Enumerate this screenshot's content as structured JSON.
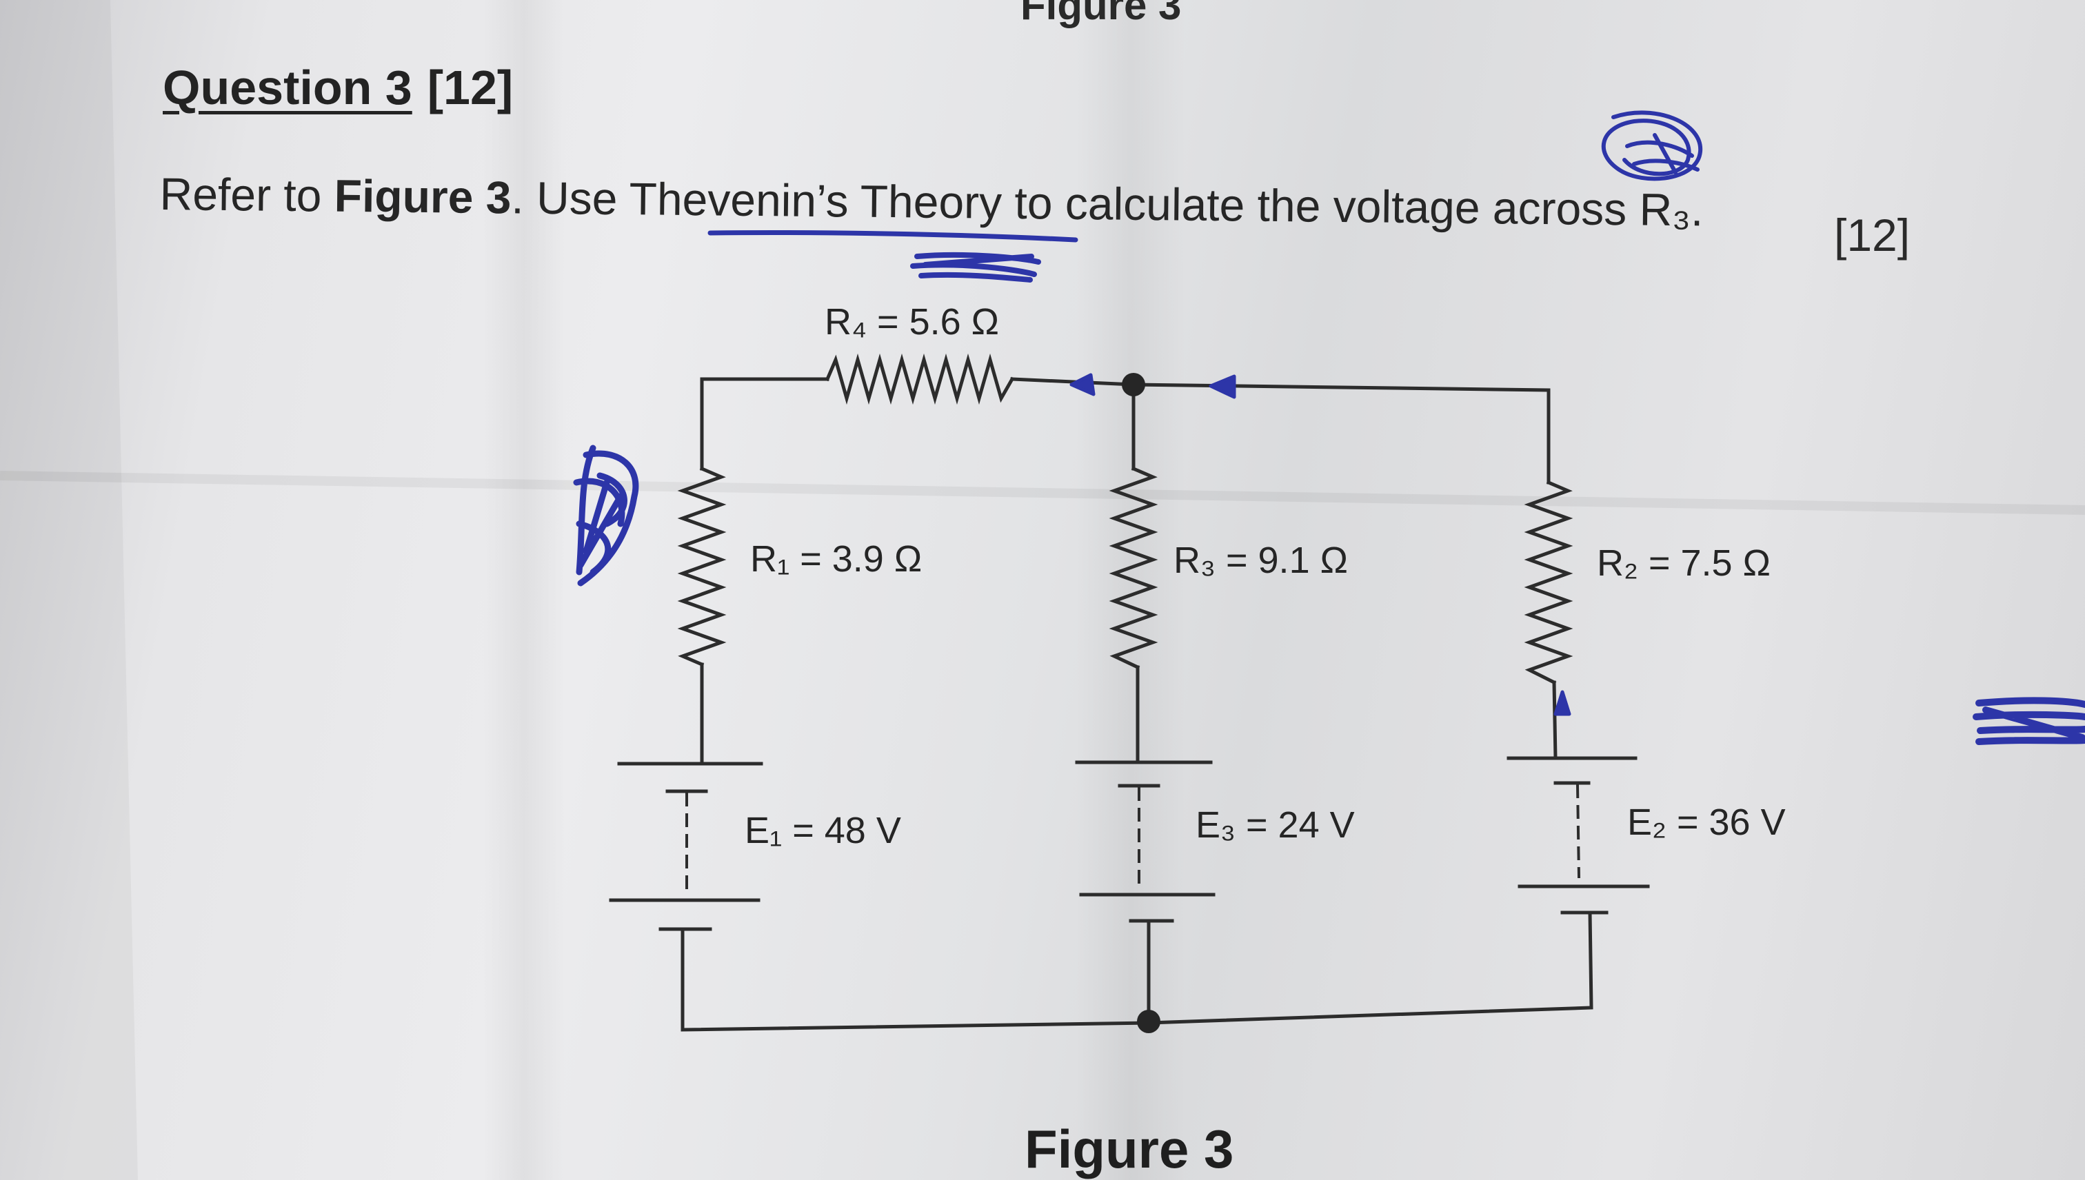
{
  "figure_top_label": "Figure 3",
  "question": {
    "title": "Question 3",
    "marks": "[12]"
  },
  "question_text": {
    "prefix": "Refer to ",
    "figure_ref": "Figure 3",
    "middle": ". Use ",
    "theory": "Thevenin’s Theory",
    "suffix": " to calculate the voltage across R₃.",
    "marks": "[12]"
  },
  "circuit": {
    "r4_label": "R₄ = 5.6 Ω",
    "r1_label": "R₁ = 3.9 Ω",
    "r3_label": "R₃ = 9.1 Ω",
    "r2_label": "R₂ = 7.5 Ω",
    "e1_label": "E₁ = 48 V",
    "e3_label": "E₃ = 24 V",
    "e2_label": "E₂ = 36 V"
  },
  "figure_caption": "Figure 3",
  "colors": {
    "paper": "#e6e6e8",
    "ink": "#262626",
    "pen": "#2d35a8"
  }
}
